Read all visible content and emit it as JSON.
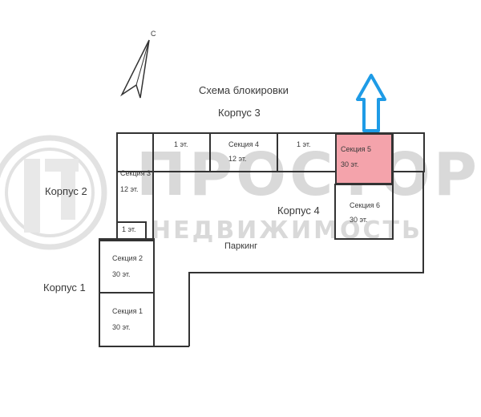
{
  "scheme_title": "Схема блокировки",
  "compass_letter": "С",
  "buildings": {
    "korpus1": "Корпус 1",
    "korpus2": "Корпус 2",
    "korpus3": "Корпус 3",
    "korpus4": "Корпус 4",
    "parking": "Паркинг"
  },
  "sections": {
    "s1": {
      "name": "Секция 1",
      "floors": "30 эт."
    },
    "s2": {
      "name": "Секция 2",
      "floors": "30 эт."
    },
    "s3": {
      "name": "Секция 3",
      "floors": "12 эт."
    },
    "s4": {
      "name": "Секция 4",
      "floors": "12 эт."
    },
    "s5": {
      "name": "Секция 5",
      "floors": "30 эт."
    },
    "s6": {
      "name": "Секция 6",
      "floors": "30 эт."
    }
  },
  "single_floor_label": "1 эт.",
  "watermark": {
    "main": "ПРОСТОР",
    "sub": "НЕДВИЖИМОСТЬ"
  },
  "colors": {
    "highlight_section": "#f4a3ab",
    "arrow": "#1e9be6",
    "lines": "#333333",
    "watermark": "#d9d9d9"
  }
}
